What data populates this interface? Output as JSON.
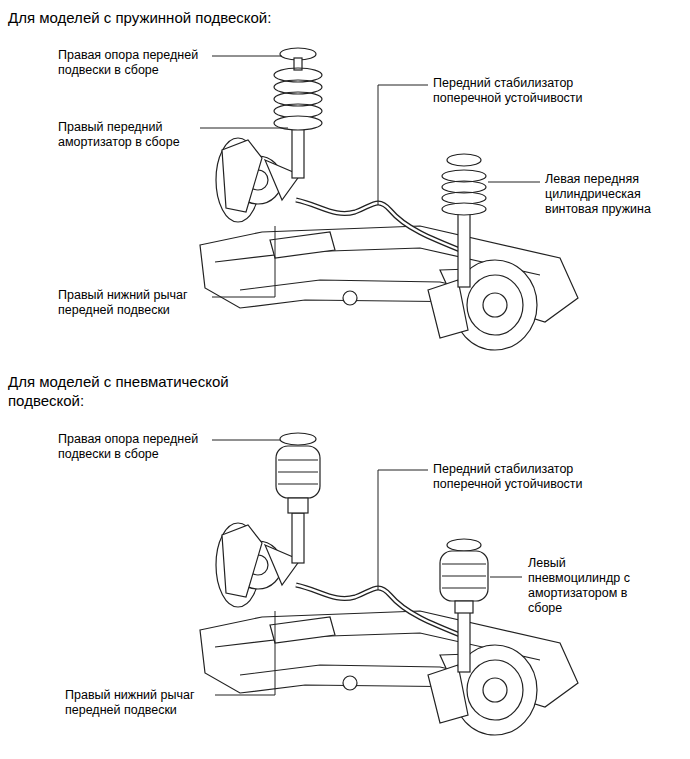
{
  "diagram": {
    "labels": [
      "Для моделей с пружинной подвеской:",
      "Правая опора передней подвески в сборе",
      "Передний стабилизатор поперечной устойчивости",
      "Правый передний амортизатор в сборе",
      "Левая передняя цилиндрическая винтовая пружина",
      "Правый нижний рычаг передней подвески",
      "Для моделей с пневматической подвеской:",
      "Правая опора передней подвески в сборе",
      "Передний стабилизатор поперечной устойчивости",
      "Левый пневмоцилиндр с амортизатором в сборе",
      "Правый нижний рычаг передней подвески"
    ]
  }
}
